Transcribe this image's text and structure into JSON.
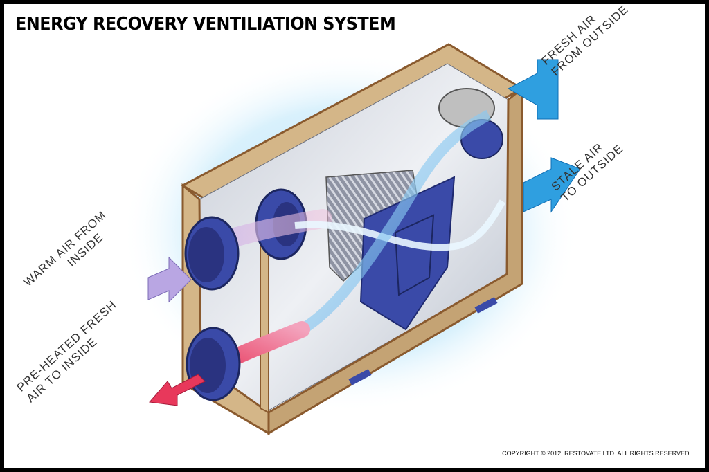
{
  "title": "ENERGY RECOVERY VENTILIATION SYSTEM",
  "labels": {
    "fresh_air_in": {
      "line1": "FRESH AIR",
      "line2": "FROM OUTSIDE"
    },
    "stale_air_out": {
      "line1": "STALE AIR",
      "line2": "TO OUTSIDE"
    },
    "warm_air_in": {
      "line1": "WARM AIR FROM",
      "line2": "INSIDE"
    },
    "preheated_air_out": {
      "line1": "PRE-HEATED FRESH",
      "line2": "AIR TO INSIDE"
    }
  },
  "copyright": "COPYRIGHT © 2012, RESTOVATE LTD. ALL RIGHTS RESERVED.",
  "colors": {
    "fresh_air_arrow": "#2f9fe0",
    "stale_air_arrow": "#2f9fe0",
    "warm_air_arrow": "#b9a6e3",
    "preheated_air_arrow": "#e8385b",
    "cabinet_wood": "#d4b688",
    "cabinet_edge": "#8a5a2e",
    "duct_collar": "#2e3a9c",
    "glow": "#a9dcf7"
  }
}
